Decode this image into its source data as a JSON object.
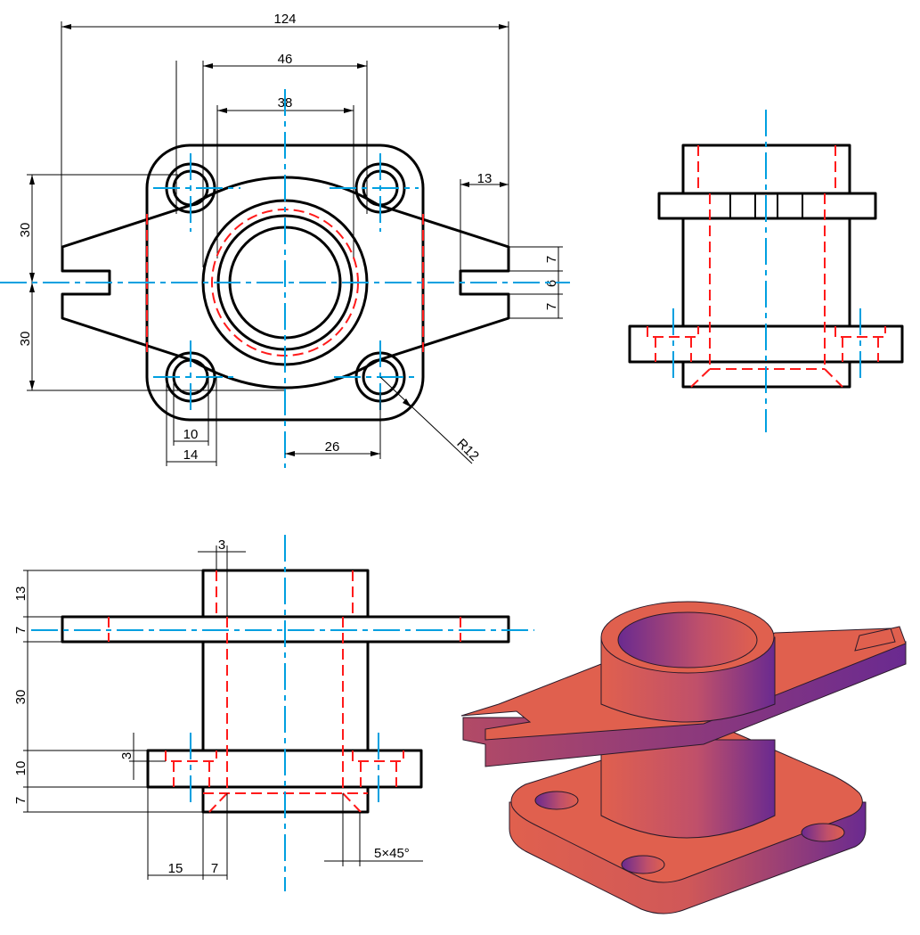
{
  "drawing": {
    "colors": {
      "object_line": "#000000",
      "hidden_line": "#ff1a1a",
      "center_line": "#00a0e0",
      "solid_light": "#e0604e",
      "solid_dark": "#6a2a90"
    },
    "views": {
      "top_view": {
        "dimensions": {
          "overall_width": "124",
          "bolt_spacing": "46",
          "boss_outer": "38",
          "slot_depth": "13",
          "upper_half_height": "30",
          "lower_half_height": "30",
          "slot_upper": "7",
          "slot_width": "6",
          "slot_lower": "7",
          "hole_dia": "10",
          "counterbore_dia": "14",
          "hole_offset": "26",
          "corner_radius": "R12"
        }
      },
      "side_view": {},
      "front_view": {
        "dimensions": {
          "wall_thickness": "3",
          "boss_height": "13",
          "flange_thickness": "7",
          "neck_height": "30",
          "base_thickness": "10",
          "counterbore_depth": "3",
          "bottom_height": "7",
          "base_overhang": "15",
          "inner_offset": "7",
          "chamfer": "5×45°"
        }
      },
      "isometric_view": {
        "label": ""
      }
    }
  }
}
